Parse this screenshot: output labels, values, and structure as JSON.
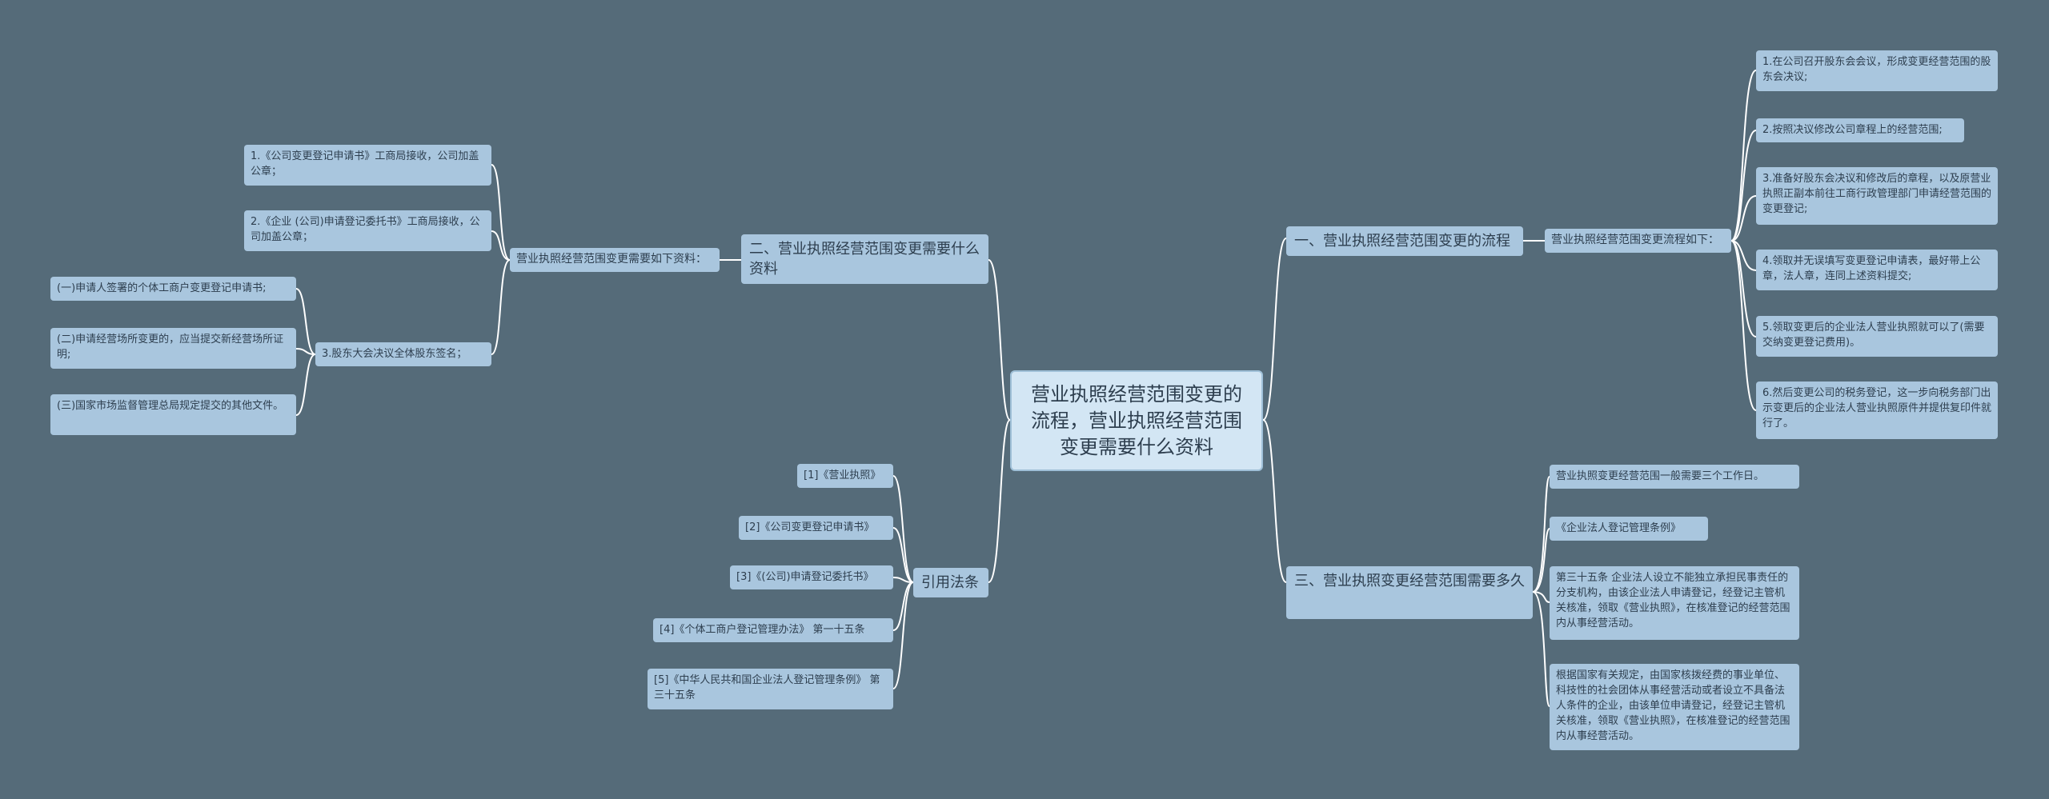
{
  "root": {
    "text": "营业执照经营范围变更的流程，营业执照经营范围变更需要什么资料"
  },
  "branch_process": {
    "label": "一、营业执照经营范围变更的流程",
    "sub": "营业执照经营范围变更流程如下：",
    "steps": [
      "1.在公司召开股东会会议，形成变更经营范围的股东会决议;",
      "2.按照决议修改公司章程上的经营范围;",
      "3.准备好股东会决议和修改后的章程，以及原营业执照正副本前往工商行政管理部门申请经营范围的变更登记;",
      "4.领取并无误填写变更登记申请表，最好带上公章，法人章，连同上述资料提交;",
      "5.领取变更后的企业法人营业执照就可以了(需要交纳变更登记费用)。",
      "6.然后变更公司的税务登记，这一步向税务部门出示变更后的企业法人营业执照原件并提供复印件就行了。"
    ]
  },
  "branch_materials": {
    "label": "二、营业执照经营范围变更需要什么资料",
    "sub": "营业执照经营范围变更需要如下资料：",
    "items": [
      "1.《公司变更登记申请书》工商局接收，公司加盖公章；",
      "2.《企业 (公司)申请登记委托书》工商局接收，公司加盖公章；",
      "3.股东大会决议全体股东签名；"
    ],
    "item3_children": [
      "(一)申请人签署的个体工商户变更登记申请书;",
      "(二)申请经营场所变更的，应当提交新经营场所证明;",
      "(三)国家市场监督管理总局规定提交的其他文件。"
    ]
  },
  "branch_duration": {
    "label": "三、营业执照变更经营范围需要多久",
    "items": [
      "营业执照变更经营范围一般需要三个工作日。",
      "《企业法人登记管理条例》",
      "第三十五条 企业法人设立不能独立承担民事责任的分支机构，由该企业法人申请登记，经登记主管机关核准，领取《营业执照》，在核准登记的经营范围内从事经营活动。",
      "根据国家有关规定，由国家核拨经费的事业单位、科技性的社会团体从事经营活动或者设立不具备法人条件的企业，由该单位申请登记，经登记主管机关核准，领取《营业执照》，在核准登记的经营范围内从事经营活动。"
    ]
  },
  "branch_refs": {
    "label": "引用法条",
    "items": [
      "[1]《营业执照》",
      "[2]《公司变更登记申请书》",
      "[3]《(公司)申请登记委托书》",
      "[4]《个体工商户登记管理办法》 第一十五条",
      "[5]《中华人民共和国企业法人登记管理条例》 第三十五条"
    ]
  }
}
